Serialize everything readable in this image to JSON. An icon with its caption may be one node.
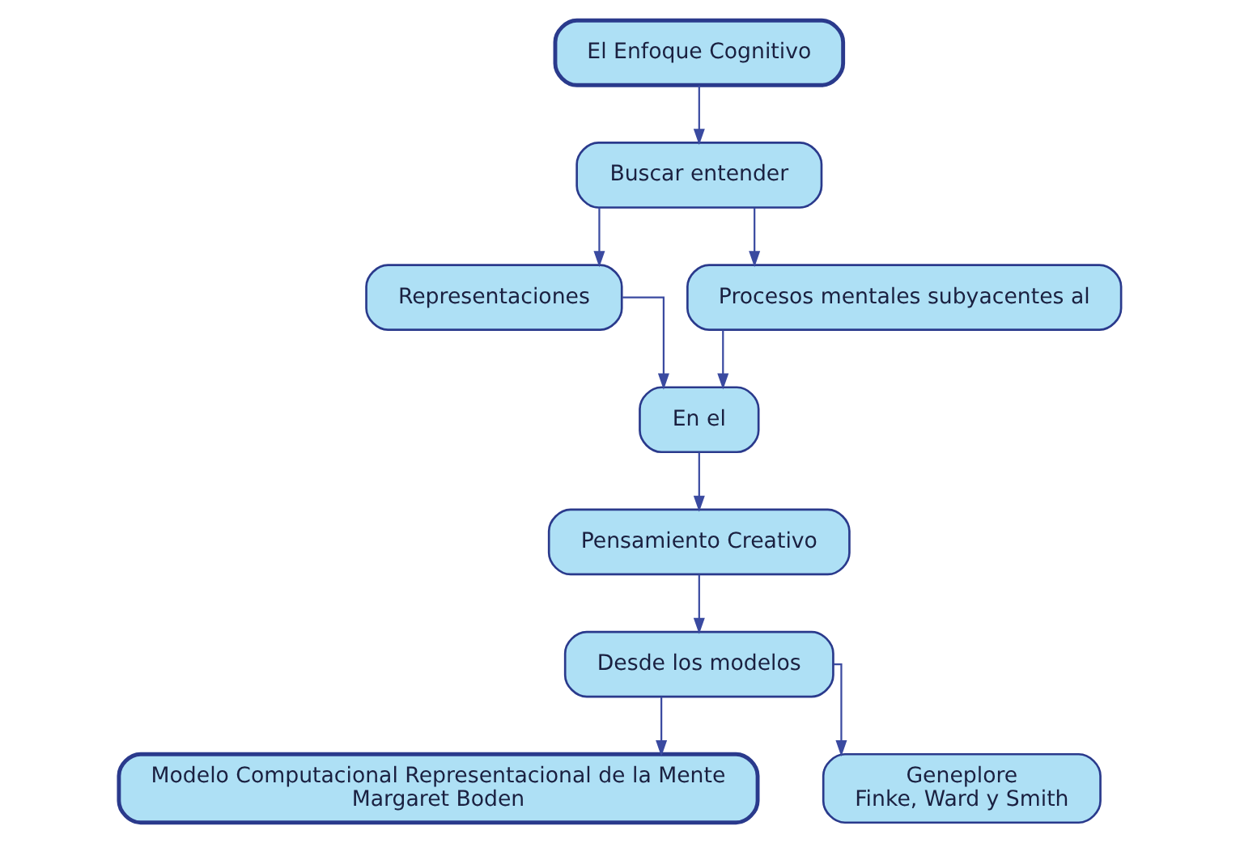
{
  "diagram": {
    "nodes": [
      {
        "text": [
          "El Enfoque Cognitivo"
        ]
      },
      {
        "text": [
          "Buscar entender"
        ]
      },
      {
        "text": [
          "Representaciones"
        ]
      },
      {
        "text": [
          "Procesos mentales subyacentes al"
        ]
      },
      {
        "text": [
          "En el"
        ]
      },
      {
        "text": [
          "Pensamiento Creativo"
        ]
      },
      {
        "text": [
          "Desde los modelos"
        ]
      },
      {
        "text": [
          "Modelo Computacional Representacional de la Mente",
          "Margaret Boden"
        ]
      },
      {
        "text": [
          "Geneplore",
          "Finke, Ward y Smith"
        ]
      }
    ],
    "edges": [
      {
        "from": 0,
        "to": 1,
        "arrow": "to"
      },
      {
        "from": 1,
        "to": 2,
        "arrow": "to"
      },
      {
        "from": 1,
        "to": 3,
        "arrow": "to"
      },
      {
        "from": 2,
        "to": 4,
        "arrow": "to"
      },
      {
        "from": 3,
        "to": 4,
        "arrow": "to"
      },
      {
        "from": 4,
        "to": 5,
        "arrow": "to"
      },
      {
        "from": 5,
        "to": 6,
        "arrow": "to"
      },
      {
        "from": 6,
        "to": 7,
        "arrow": "to"
      },
      {
        "from": 6,
        "to": 8,
        "arrow": "to"
      }
    ]
  }
}
